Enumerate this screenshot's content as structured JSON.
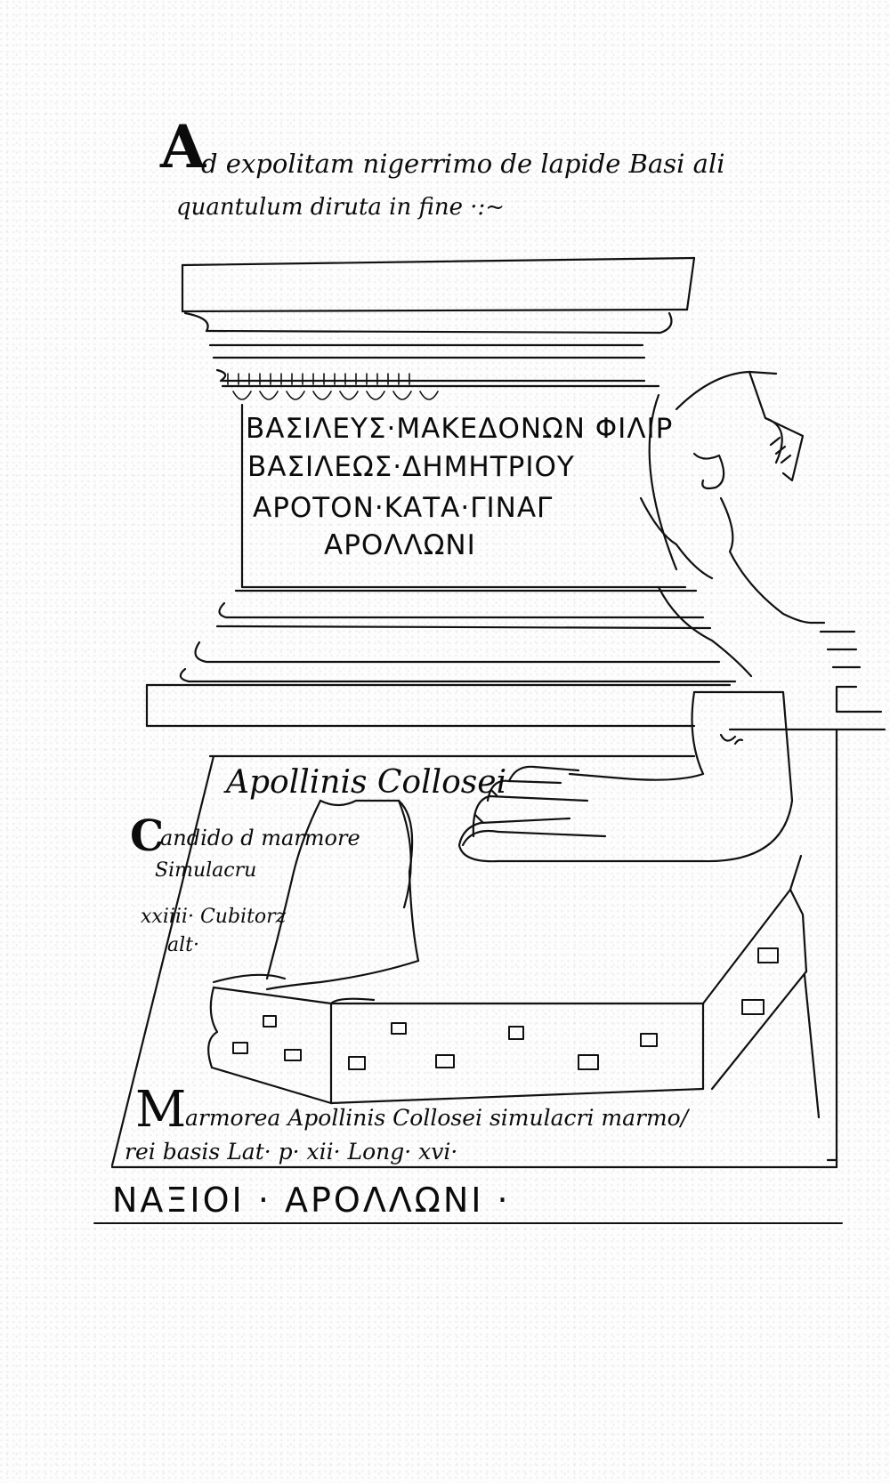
{
  "heading": {
    "initial": "A",
    "line1": "d expolitam nigerrimo de lapide Basi ali",
    "line2": "quantulum diruta in fine ·:~"
  },
  "inscription": {
    "lines": [
      "ΒΑΣΙΛΕΥΣ·ΜΑΚΕΔΟΝΩΝ ΦΙΛΙΡ",
      "ΒΑΣΙΛΕΩΣ·ΔΗΜΗΤΡΙΟΥ",
      "ΑΡΟΤΟΝ·ΚΑΤΑ·ΓΙΝΑΓ",
      "ΑΡΟΛΛΩΝΙ"
    ]
  },
  "statue": {
    "title": "Apollinis Collosei",
    "note_initial": "C",
    "note_line1": "andido d marmore",
    "note_line2": "Simulacru",
    "note_line3": "xxiiii· Cubitorz",
    "note_line4": "alt·"
  },
  "base_caption": {
    "initial": "M",
    "line1": "armorea Apollinis Collosei simulacri marmo/",
    "line2": "rei basis Lat· p· xii· Long· xvi·"
  },
  "footer_inscription": "ΝΑΞΙΟΙ · ΑΡΟΛΛΩΝΙ ·"
}
